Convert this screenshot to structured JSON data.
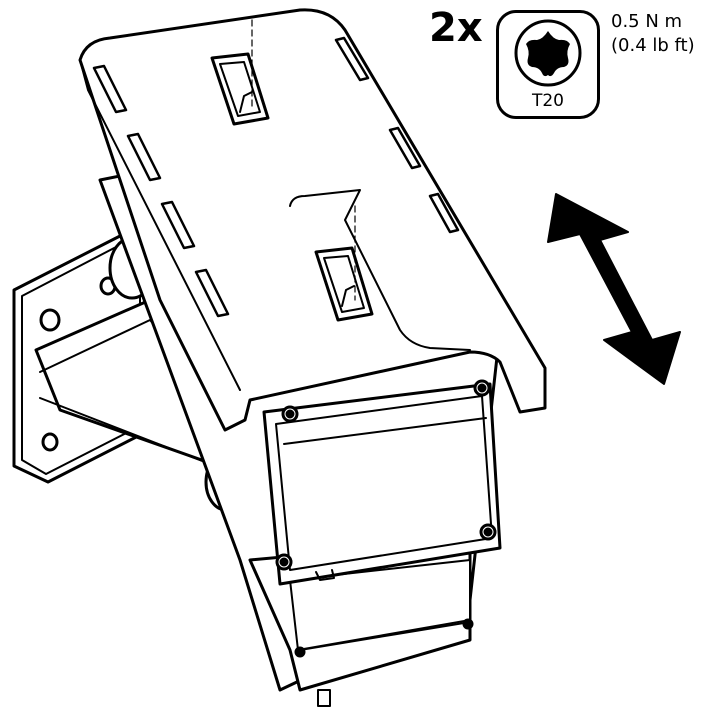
{
  "callout": {
    "quantity": "2x",
    "tool_label": "T20",
    "torque_nm": "0.5 N m",
    "torque_lbft": "(0.4 lb ft)"
  },
  "icons": {
    "tool": "torx-screwdriver-icon",
    "motion": "double-arrow-tilt-icon"
  },
  "colors": {
    "line": "#000000",
    "fill": "#ffffff"
  }
}
